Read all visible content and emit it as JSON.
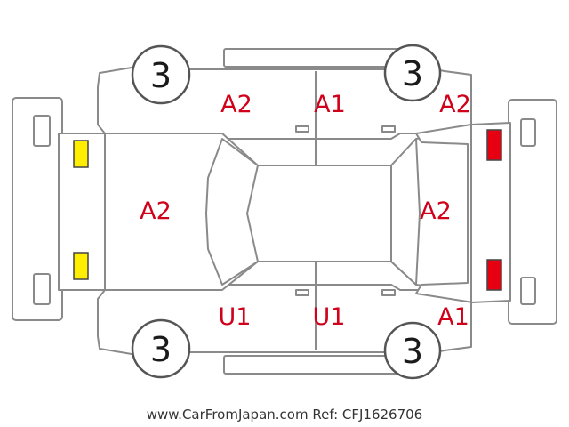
{
  "colors": {
    "outline": "#8a8a8a",
    "code_text": "#d0021b",
    "front_lamp_fill": "#ffee00",
    "rear_lamp_fill": "#e60012"
  },
  "wheels": {
    "front_left": "3",
    "rear_left": "3",
    "front_right": "3",
    "rear_right": "3"
  },
  "damage_codes": {
    "hood": "A2",
    "front_left_fender": "A2",
    "front_left_door": "A1",
    "rear_left_quarter": "A2",
    "trunk_lid": "A2",
    "front_right_door": "U1",
    "rear_right_door": "U1",
    "rear_right_quarter": "A1"
  },
  "icons": {
    "front_lamp": "yellow-lamp-marker",
    "rear_lamp": "red-lamp-marker"
  },
  "footer": {
    "text": "www.CarFromJapan.com Ref: CFJ1626706"
  }
}
